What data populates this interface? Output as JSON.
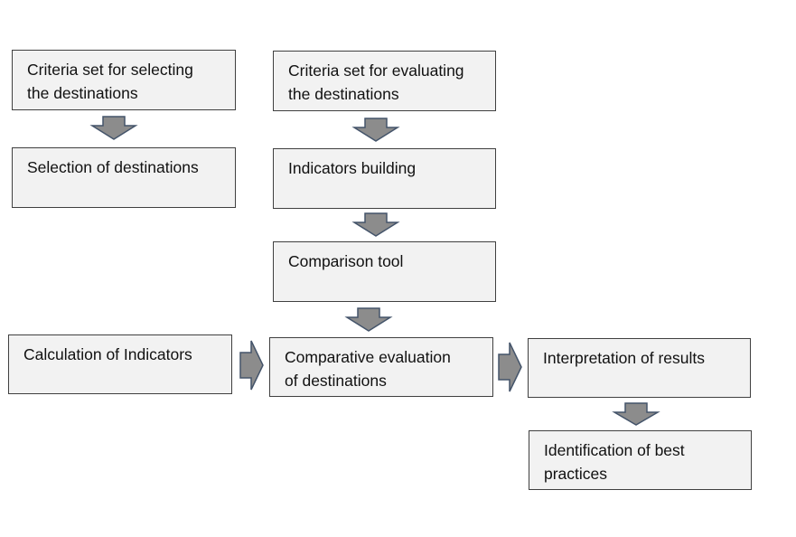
{
  "diagram": {
    "boxes": {
      "criteria_selecting": "Criteria set for selecting\nthe destinations",
      "criteria_evaluating": "Criteria set for evaluating\nthe destinations",
      "selection_destinations": "Selection of destinations",
      "indicators_building": "Indicators building",
      "comparison_tool": "Comparison tool",
      "calculation_indicators": "Calculation of Indicators",
      "comparative_evaluation": "Comparative evaluation\nof destinations",
      "interpretation_results": "Interpretation of results",
      "identification_best": "Identification of best\npractices"
    },
    "colors": {
      "box_fill": "#f2f2f2",
      "box_border": "#404040",
      "arrow_fill": "#8c8c8c",
      "arrow_stroke": "#44546a"
    }
  }
}
